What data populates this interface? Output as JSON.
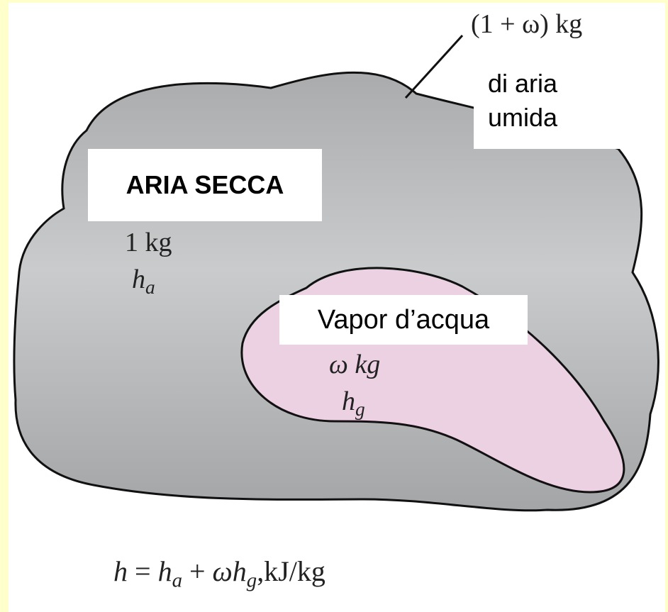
{
  "diagram": {
    "total": {
      "mass": "(1 + ω) kg",
      "label_line1": "di aria",
      "label_line2": "umida"
    },
    "dry_air": {
      "label": "ARIA SECCA",
      "mass": "1 kg",
      "enthalpy_symbol": "h",
      "enthalpy_sub": "a"
    },
    "vapor": {
      "label": "Vapor d’acqua",
      "mass": "ω kg",
      "enthalpy_symbol": "h",
      "enthalpy_sub": "g"
    },
    "formula": {
      "lhs": "h",
      "eq": " = ",
      "t1": "h",
      "t1_sub": "a",
      "plus": " + ",
      "omega": "ω",
      "t2": "h",
      "t2_sub": "g",
      "unit": ",kJ/kg"
    }
  },
  "colors": {
    "background": "#ffffcc",
    "dry_air_fill": "#b8babb",
    "vapor_fill": "#ecd1e3",
    "outline": "#111111"
  }
}
